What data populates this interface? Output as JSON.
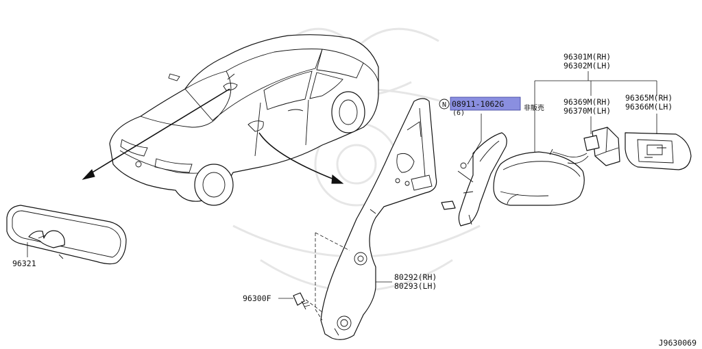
{
  "diagram": {
    "reference_code": "J9630069",
    "highlight_color": "#8a8fe0",
    "parts": [
      {
        "key": "p96301",
        "lines": [
          "96301M(RH)",
          "96302M(LH)"
        ]
      },
      {
        "key": "p08911",
        "lines": [
          "08911-1062G",
          "(6)"
        ],
        "note_prefix": "N",
        "annotation": "非販売",
        "highlighted": true
      },
      {
        "key": "p96369",
        "lines": [
          "96369M(RH)",
          "96370M(LH)"
        ]
      },
      {
        "key": "p96365",
        "lines": [
          "96365M(RH)",
          "96366M(LH)"
        ]
      },
      {
        "key": "p96321",
        "lines": [
          "96321"
        ]
      },
      {
        "key": "p80292",
        "lines": [
          "80292(RH)",
          "80293(LH)"
        ]
      },
      {
        "key": "p96300F",
        "lines": [
          "96300F"
        ]
      }
    ]
  }
}
